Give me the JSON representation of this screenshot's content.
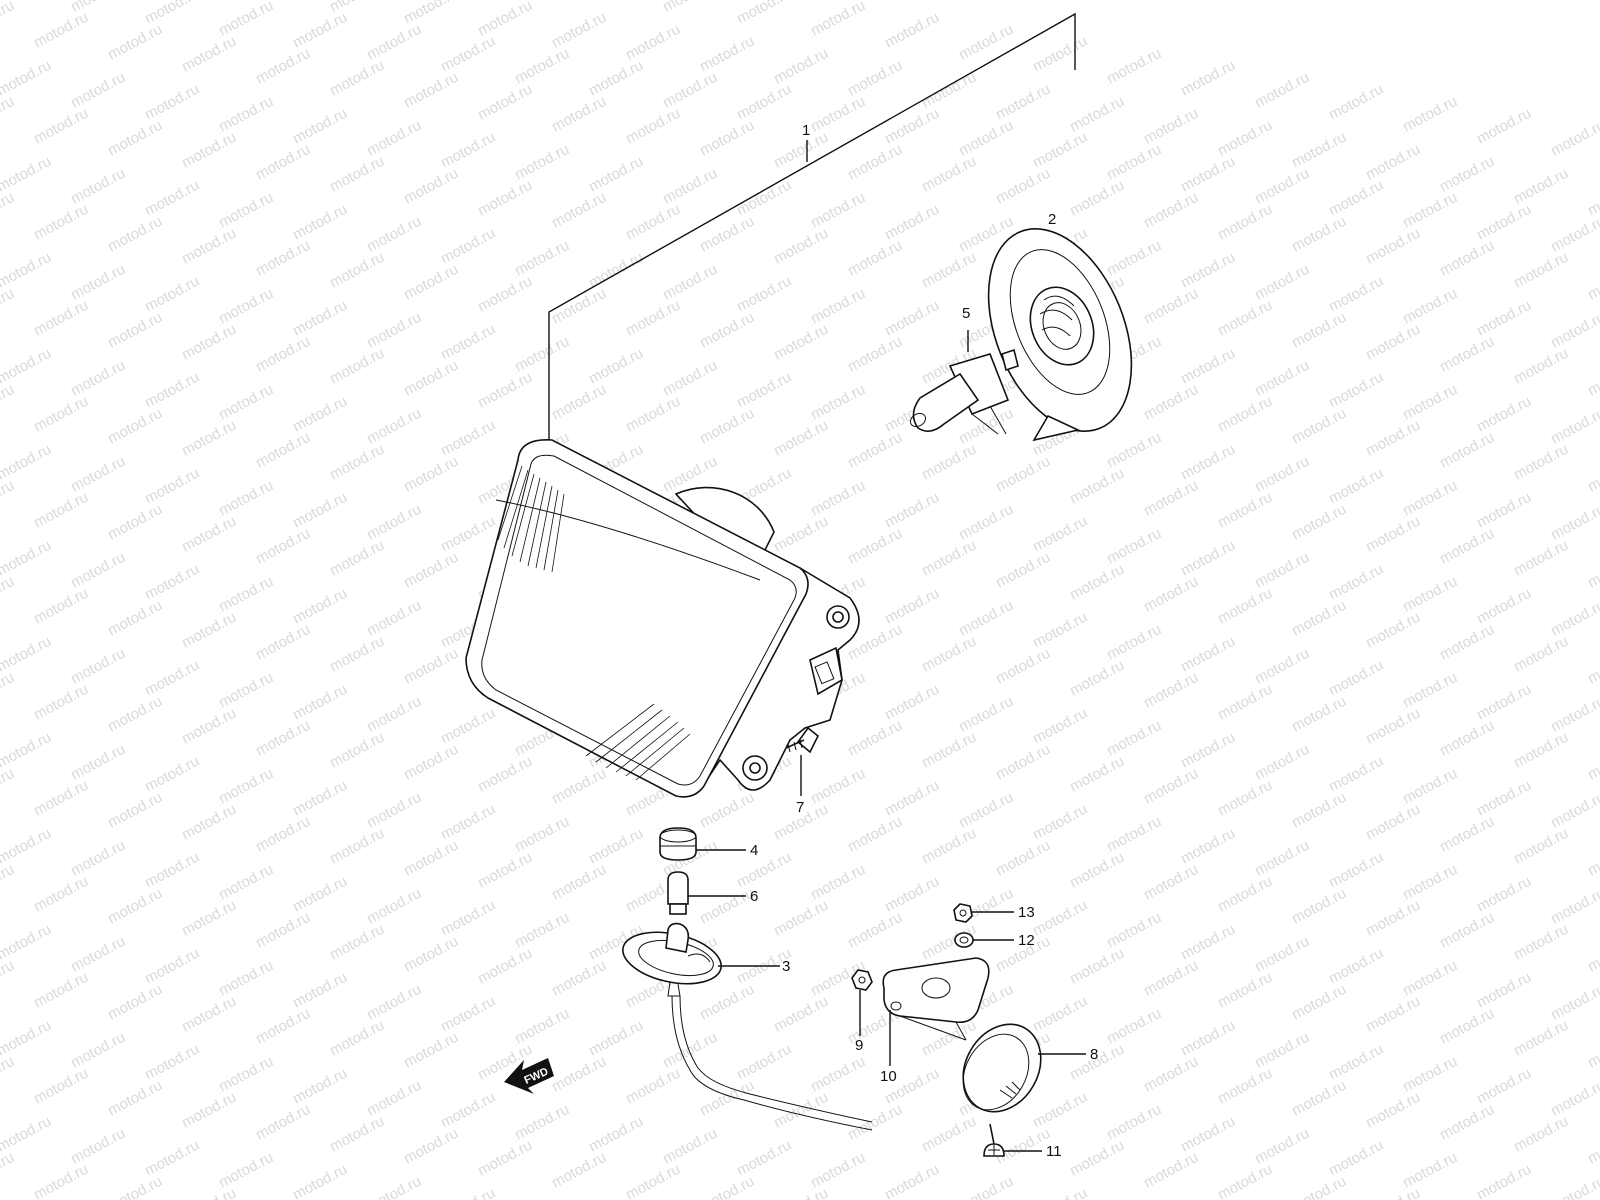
{
  "watermark": {
    "text": "motod.ru",
    "color": "#d9d9d9"
  },
  "direction_badge": {
    "text": "FWD",
    "icon": "arrow-left-icon"
  },
  "callouts": [
    {
      "id": "1",
      "label": "1"
    },
    {
      "id": "2",
      "label": "2"
    },
    {
      "id": "3",
      "label": "3"
    },
    {
      "id": "4",
      "label": "4"
    },
    {
      "id": "5",
      "label": "5"
    },
    {
      "id": "6",
      "label": "6"
    },
    {
      "id": "7",
      "label": "7"
    },
    {
      "id": "8",
      "label": "8"
    },
    {
      "id": "9",
      "label": "9"
    },
    {
      "id": "10",
      "label": "10"
    },
    {
      "id": "11",
      "label": "11"
    },
    {
      "id": "12",
      "label": "12"
    },
    {
      "id": "13",
      "label": "13"
    }
  ]
}
